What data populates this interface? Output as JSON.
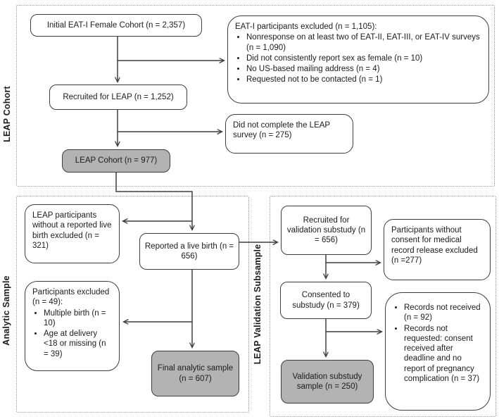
{
  "figure": {
    "type": "study-flow-diagram",
    "colors": {
      "box_border": "#3d3d3d",
      "gray_fill": "#b3b3b3",
      "panel_dotted_border": "#9b9b9b",
      "arrow": "#3d3d3d",
      "text": "#1c1c1c"
    }
  },
  "panels": {
    "leap_cohort": {
      "label": "LEAP Cohort",
      "boxes": {
        "initial": {
          "text": "Initial EAT-I Female Cohort (n = 2,357)"
        },
        "eat1_excluded": {
          "title": "EAT-I participants excluded (n = 1,105):",
          "bullets": [
            "Nonresponse on at least two of EAT-II, EAT-III, or EAT-IV surveys (n = 1,090)",
            "Did not consistently report sex as female (n = 10)",
            "No US-based mailing address (n = 4)",
            "Requested not to be contacted (n = 1)"
          ]
        },
        "recruited": {
          "text": "Recruited for LEAP (n = 1,252)"
        },
        "not_complete": {
          "text": "Did not complete the LEAP survey (n = 275)"
        },
        "cohort_final": {
          "text": "LEAP Cohort (n = 977)"
        }
      }
    },
    "analytic": {
      "label": "Analytic Sample",
      "boxes": {
        "no_live_birth": {
          "text": "LEAP participants without a reported live birth excluded (n = 321)"
        },
        "reported": {
          "text": "Reported a live birth (n = 656)"
        },
        "excluded49": {
          "title": "Participants excluded (n = 49):",
          "bullets": [
            "Multiple birth (n = 10)",
            "Age at delivery <18 or missing (n = 39)"
          ]
        },
        "final_sample": {
          "text": "Final analytic sample (n = 607)"
        }
      }
    },
    "validation": {
      "label": "LEAP Validation Subsample",
      "boxes": {
        "recruited_sub": {
          "text": "Recruited for validation substudy (n = 656)"
        },
        "no_consent": {
          "text": "Participants without consent for medical record release excluded (n =277)"
        },
        "consented": {
          "text": "Consented to substudy (n = 379)"
        },
        "records": {
          "bullets": [
            "Records not received (n = 92)",
            "Records not requested: consent received after deadline and no report of pregnancy complication (n = 37)"
          ]
        },
        "val_sample": {
          "text": "Validation substudy sample (n = 250)"
        }
      }
    }
  }
}
